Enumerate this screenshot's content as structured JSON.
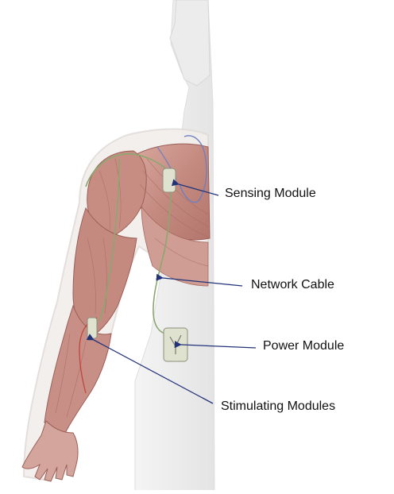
{
  "labels": {
    "sensing_module": "Sensing Module",
    "network_cable": "Network Cable",
    "power_module": "Power Module",
    "stimulating_modules": "Stimulating Modules"
  },
  "colors": {
    "muscle": "#c8938a",
    "muscle_dark": "#9c5f57",
    "skin_outline": "#e6e2e0",
    "torso_silhouette": "#ebebeb",
    "network_cable": "#8aa870",
    "blue_lead": "#6f7fbf",
    "red_lead": "#c4443a",
    "pointer_arrow": "#22337a",
    "module_body": "#dfe2cf"
  }
}
